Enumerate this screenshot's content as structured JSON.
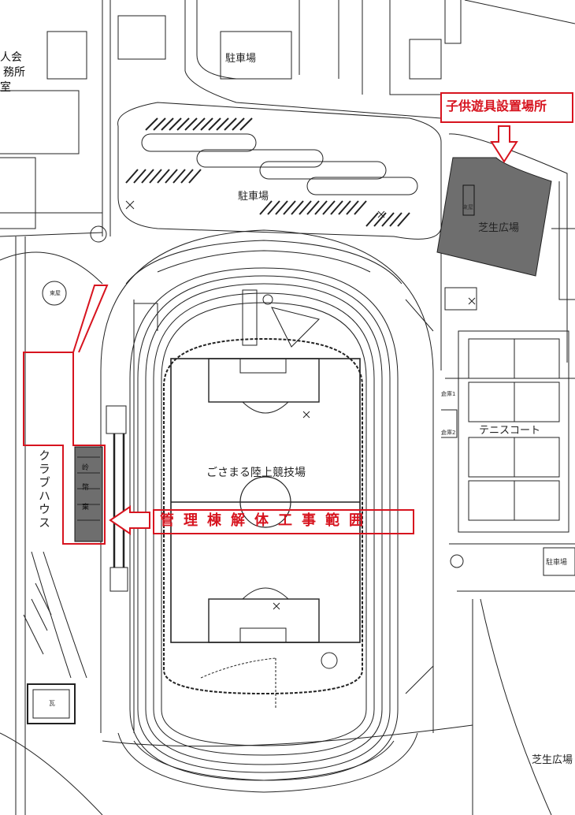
{
  "labels": {
    "parking_top": "駐車場",
    "parking_center": "駐車場",
    "parking_right": "駐車場",
    "playground_place": "子供遊具設置場所",
    "shiba_top": "芝生広場",
    "shiba_bottom": "芝生広場",
    "azumaya_right": "東屋",
    "azumaya_left": "東屋",
    "tennis": "テニスコート",
    "stadium": "ごさまる陸上競技場",
    "demolition": "管理棟解体工事範囲",
    "clubhouse": "クラブハウス",
    "storage1": "倉庫1",
    "storage2": "倉庫2",
    "kawara": "瓦",
    "bldg_kanji_1": "岭",
    "bldg_kanji_2": "幣",
    "bldg_kanji_3": "棄",
    "frag_kai": "人会",
    "frag_jimusho": "務所",
    "frag_shitsu": "室"
  },
  "colors": {
    "red": "#d7141f",
    "line": "#222222",
    "gray_fill": "#6e6e6e"
  },
  "icons": {
    "arrow_down": "outline-arrow-down-icon",
    "arrow_left": "outline-arrow-left-icon"
  }
}
